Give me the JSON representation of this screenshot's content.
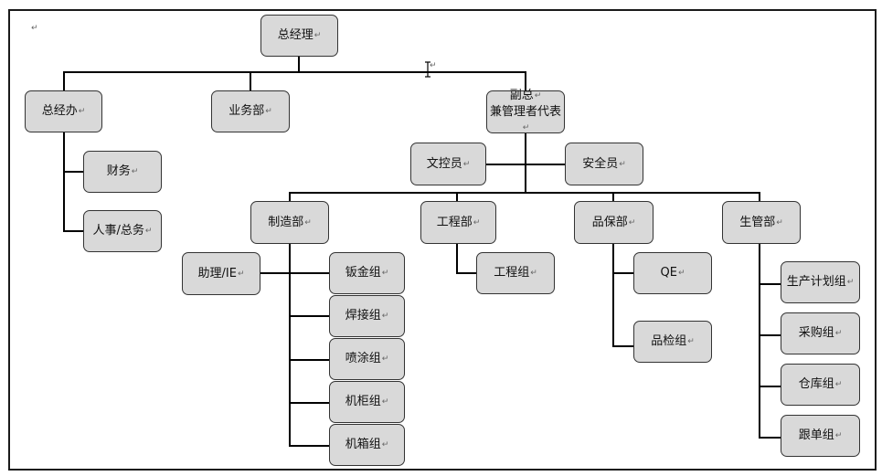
{
  "colors": {
    "box_fill": "#d9d9d9",
    "box_border": "#333333",
    "line": "#000000",
    "frame": "#1a1a1a"
  },
  "return_mark": "↵",
  "nodes": {
    "general_manager": "总经理",
    "gm_office": "总经办",
    "finance": "财务",
    "hr_admin": "人事/总务",
    "sales": "业务部",
    "deputy_line1": "副总",
    "deputy_line2": "兼管理者代表",
    "doc_controller": "文控员",
    "safety_officer": "安全员",
    "manufacturing": "制造部",
    "assistant_ie": "助理/IE",
    "sheet_metal": "钣金组",
    "welding": "焊接组",
    "spraying": "喷涂组",
    "cabinet": "机柜组",
    "chassis": "机箱组",
    "engineering": "工程部",
    "engineering_group": "工程组",
    "qa": "品保部",
    "qe": "QE",
    "inspection": "品检组",
    "production_mgmt": "生管部",
    "production_planning": "生产计划组",
    "purchasing": "采购组",
    "warehouse": "仓库组",
    "order_follow": "跟单组"
  }
}
